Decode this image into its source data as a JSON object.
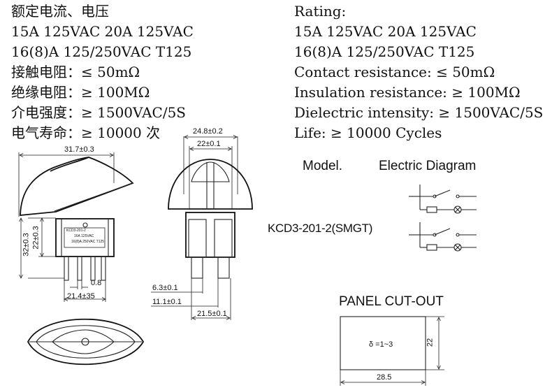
{
  "specs_cn": [
    "额定电流、电压",
    "15A 125VAC  20A 125VAC",
    "16(8)A 125/250VAC T125",
    "接触电阻：≤ 50mΩ",
    "绝缘电阻：≥ 100MΩ",
    "介电强度：≥ 1500VAC/5S",
    "电气寿命：≥ 10000 次"
  ],
  "specs_en": [
    "Rating:",
    "15A 125VAC  20A 125VAC",
    "16(8)A 125/250VAC T125",
    "Contact resistance: ≤ 50mΩ",
    "Insulation resistance: ≥ 100MΩ",
    "Dielectric intensity: ≥ 1500VAC/5S",
    "Life: ≥ 10000 Cycles"
  ],
  "headers": {
    "model": "Model.",
    "electric_diagram": "Electric Diagram",
    "panel_cutout": "PANEL CUT-OUT"
  },
  "model_number": "KCD3-201-2(SMGT)",
  "dimensions": {
    "side_width": "31.7±0.3",
    "side_height_outer": "32±0.3",
    "side_height_inner": "22±0.3",
    "terminal_gap": "0.8",
    "terminal_span": "21.4±35",
    "front_top": "24.8±0.2",
    "front_inner": "22±0.1",
    "front_d1": "6.3±0.1",
    "front_d2": "11.1±0.1",
    "front_bottom": "21.5±0.1",
    "cutout_width": "28.5",
    "cutout_height": "22",
    "cutout_thickness": "δ =1~3"
  },
  "body_marks": [
    "KCD3-201-2",
    "16A 125VAC",
    "16(8)A 250VAC T125"
  ]
}
